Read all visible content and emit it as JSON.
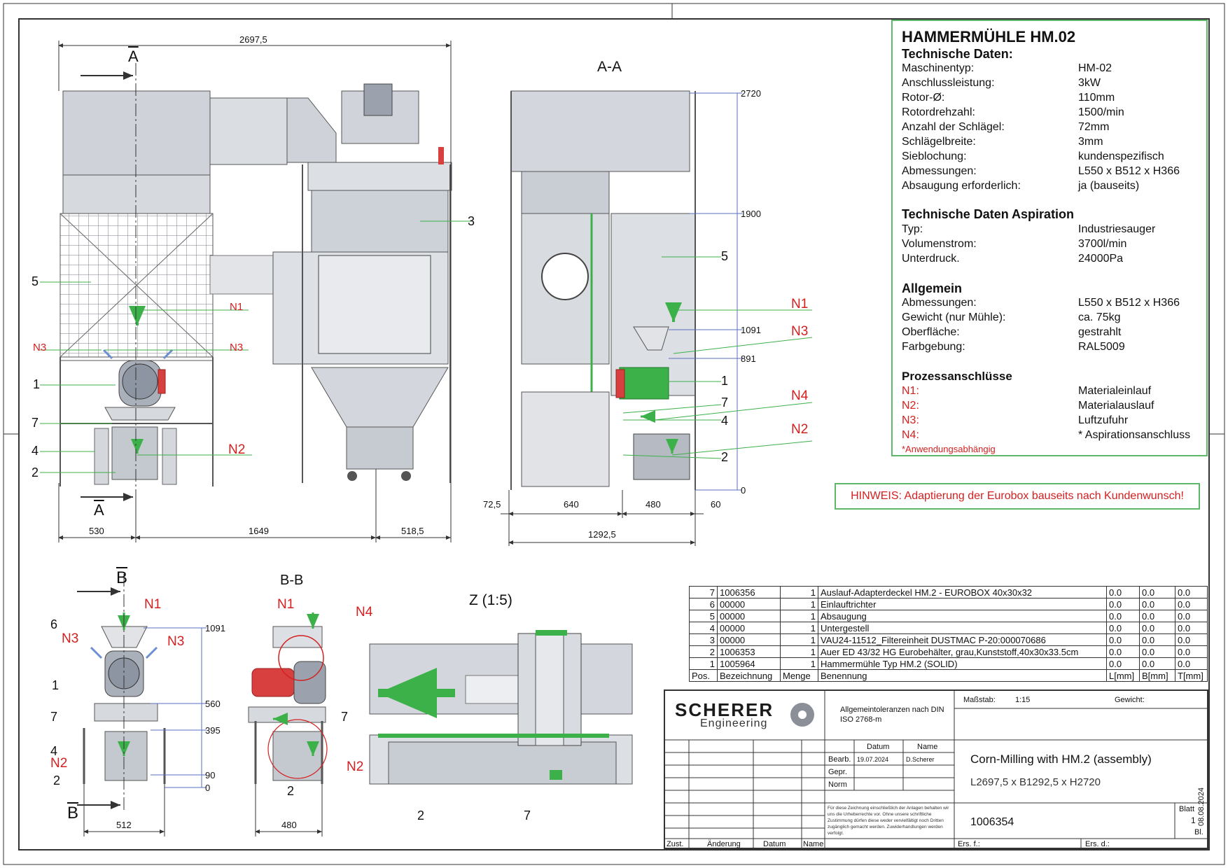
{
  "drawing": {
    "view_aa": "A-A",
    "view_bb": "B-B",
    "view_z": "Z (1:5)",
    "section_mark": "A",
    "section_mark_b": "B",
    "dims_front": {
      "total": "2697,5",
      "d1": "530",
      "d2": "1649",
      "d3": "518,5"
    },
    "dims_side": {
      "h1": "2720",
      "h2": "1900",
      "h3": "1091",
      "h4": "891",
      "h5": "0",
      "w1": "72,5",
      "w2": "640",
      "w3": "480",
      "w4": "60",
      "total": "1292,5"
    },
    "dims_bb_front": {
      "h1": "1091",
      "h2": "560",
      "h3": "395",
      "h4": "90",
      "h5": "0",
      "w": "512"
    },
    "dims_bb": {
      "w": "480"
    },
    "labels": {
      "n1": "N1",
      "n2": "N2",
      "n3": "N3",
      "n4": "N4",
      "p1": "1",
      "p2": "2",
      "p3": "3",
      "p4": "4",
      "p5": "5",
      "p6": "6",
      "p7": "7"
    }
  },
  "spec": {
    "title": "HAMMERMÜHLE HM.02",
    "section1": "Technische Daten:",
    "rows1": [
      {
        "k": "Maschinentyp:",
        "v": "HM-02"
      },
      {
        "k": "Anschlussleistung:",
        "v": "3kW"
      },
      {
        "k": "Rotor-Ø:",
        "v": "110mm"
      },
      {
        "k": "Rotordrehzahl:",
        "v": "1500/min"
      },
      {
        "k": "Anzahl der Schlägel:",
        "v": "72mm"
      },
      {
        "k": "Schlägelbreite:",
        "v": "3mm"
      },
      {
        "k": "Sieblochung:",
        "v": "kundenspezifisch"
      },
      {
        "k": "Abmessungen:",
        "v": "L550 x B512 x H366"
      },
      {
        "k": "Absaugung erforderlich:",
        "v": "ja (bauseits)"
      }
    ],
    "section2": "Technische Daten Aspiration",
    "rows2": [
      {
        "k": "Typ:",
        "v": "Industriesauger"
      },
      {
        "k": "Volumenstrom:",
        "v": "3700l/min"
      },
      {
        "k": "Unterdruck.",
        "v": "24000Pa"
      }
    ],
    "section3": "Allgemein",
    "rows3": [
      {
        "k": "Abmessungen:",
        "v": "L550 x B512 x H366"
      },
      {
        "k": "Gewicht (nur Mühle):",
        "v": "ca. 75kg"
      },
      {
        "k": "Oberfläche:",
        "v": "gestrahlt"
      },
      {
        "k": "Farbgebung:",
        "v": "RAL5009"
      }
    ],
    "section4": "Prozessanschlüsse",
    "rows4": [
      {
        "k": "N1:",
        "v": "Materialeinlauf"
      },
      {
        "k": "N2:",
        "v": "Materialauslauf"
      },
      {
        "k": "N3:",
        "v": "Luftzufuhr"
      },
      {
        "k": "N4:",
        "v": "* Aspirationsanschluss"
      }
    ],
    "note": "*Anwendungsabhängig"
  },
  "hint": "HINWEIS: Adaptierung der Eurobox bauseits nach Kundenwunsch!",
  "parts": {
    "header": [
      "Pos.",
      "Bezeichnung",
      "Menge",
      "Benennung",
      "L[mm]",
      "B[mm]",
      "T[mm]"
    ],
    "rows": [
      [
        "7",
        "1006356",
        "1",
        "Auslauf-Adapterdeckel HM.2 - EUROBOX 40x30x32",
        "0.0",
        "0.0",
        "0.0"
      ],
      [
        "6",
        "00000",
        "1",
        "Einlauftrichter",
        "0.0",
        "0.0",
        "0.0"
      ],
      [
        "5",
        "00000",
        "1",
        "Absaugung",
        "0.0",
        "0.0",
        "0.0"
      ],
      [
        "4",
        "00000",
        "1",
        "Untergestell",
        "0.0",
        "0.0",
        "0.0"
      ],
      [
        "3",
        "00000",
        "1",
        "VAU24-11512_Filtereinheit DUSTMAC P-20:000070686",
        "0.0",
        "0.0",
        "0.0"
      ],
      [
        "2",
        "1006353",
        "1",
        "Auer ED 43/32 HG Eurobehälter, grau,Kunststoff,40x30x33.5cm",
        "0.0",
        "0.0",
        "0.0"
      ],
      [
        "1",
        "1005964",
        "1",
        "Hammermühle Typ HM.2 (SOLID)",
        "0.0",
        "0.0",
        "0.0"
      ]
    ]
  },
  "titleblock": {
    "logo_main": "SCHERER",
    "logo_sub": "Engineering",
    "tolerance": "Allgemeintoleranzen nach DIN ISO 2768-m",
    "scale_label": "Maßstab:",
    "scale_value": "1:15",
    "weight_label": "Gewicht:",
    "col_datum": "Datum",
    "col_name": "Name",
    "bearb": "Bearb.",
    "bearb_date": "19.07.2024",
    "bearb_name": "D.Scherer",
    "gepr": "Gepr.",
    "norm": "Norm",
    "title": "Corn-Milling with HM.2 (assembly)",
    "dims": "L2697,5 x B1292,5 x H2720",
    "number": "1006354",
    "copyright": "Für diese Zeichnung einschließlich der Anlagen behalten wir uns die Urheberrechte vor. Ohne unsere schriftliche Zustimmung dürfen diese weder vervielfältigt noch Dritten zugänglich gemacht werden. Zuwiderhandlungen werden verfolgt.",
    "blatt": "Blatt",
    "blatt_no": "1",
    "bl": "Bl.",
    "zust": "Zust.",
    "aenderung": "Änderung",
    "datum": "Datum",
    "name": "Name",
    "ersf": "Ers. f.:",
    "ersd": "Ers. d.:",
    "side_date": "08.08.2024"
  },
  "colors": {
    "green": "#3cb14a",
    "red": "#d42020",
    "frame": "#4a4a4a",
    "metal": "#c9ccd4"
  }
}
